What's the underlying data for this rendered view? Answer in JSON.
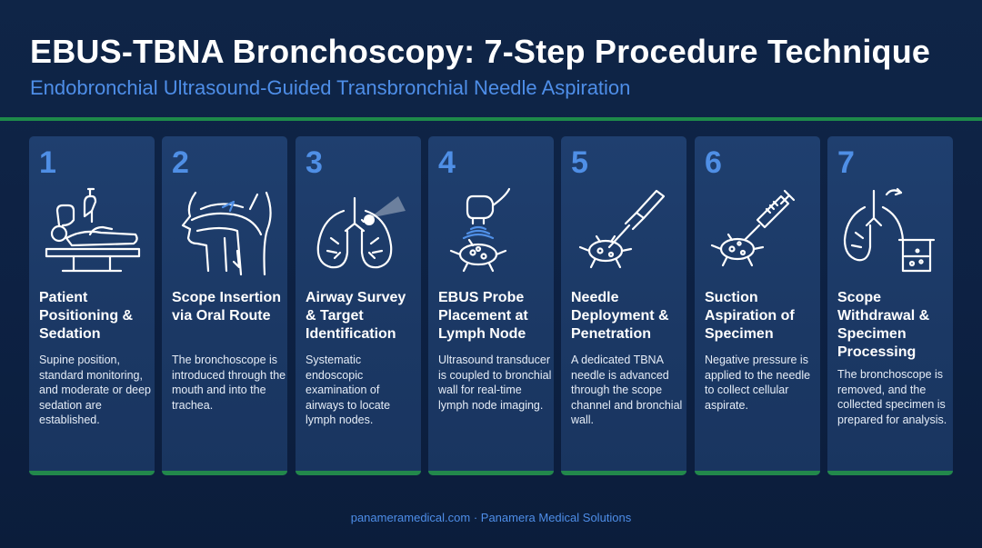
{
  "header": {
    "title": "EBUS-TBNA Bronchoscopy: 7-Step Procedure Technique",
    "subtitle": "Endobronchial Ultrasound-Guided Transbronchial Needle Aspiration"
  },
  "colors": {
    "background": "#0f2547",
    "card": "#1d3b69",
    "accent_blue": "#4f8fe6",
    "accent_green": "#1e8a4a",
    "text": "#ffffff"
  },
  "steps": [
    {
      "number": "1",
      "title": "Patient Positioning & Sedation",
      "icon": "patient-on-table-icon",
      "description": "Supine position, standard monitoring, and moderate or deep sedation are established."
    },
    {
      "number": "2",
      "title": "Scope Insertion via Oral Route",
      "icon": "head-profile-airway-icon",
      "description": "The bronchoscope is introduced through the mouth and into the trachea."
    },
    {
      "number": "3",
      "title": "Airway Survey & Target Identification",
      "icon": "lungs-with-light-icon",
      "description": "Systematic endoscopic examination of airways to locate lymph nodes."
    },
    {
      "number": "4",
      "title": "EBUS Probe Placement at Lymph Node",
      "icon": "ultrasound-probe-icon",
      "description": "Ultrasound transducer is coupled to bronchial wall for real-time lymph node imaging."
    },
    {
      "number": "5",
      "title": "Needle Deployment & Penetration",
      "icon": "needle-into-node-icon",
      "description": "A dedicated TBNA needle is advanced through the scope channel and bronchial wall."
    },
    {
      "number": "6",
      "title": "Suction Aspiration of Specimen",
      "icon": "syringe-aspiration-icon",
      "description": "Negative pressure is applied to the needle to collect cellular aspirate."
    },
    {
      "number": "7",
      "title": "Scope Withdrawal & Specimen Processing",
      "icon": "lungs-and-beaker-icon",
      "description": "The bronchoscope is removed, and the collected specimen is prepared for analysis."
    }
  ],
  "footer": {
    "text": "panameramedical.com · Panamera Medical Solutions"
  }
}
